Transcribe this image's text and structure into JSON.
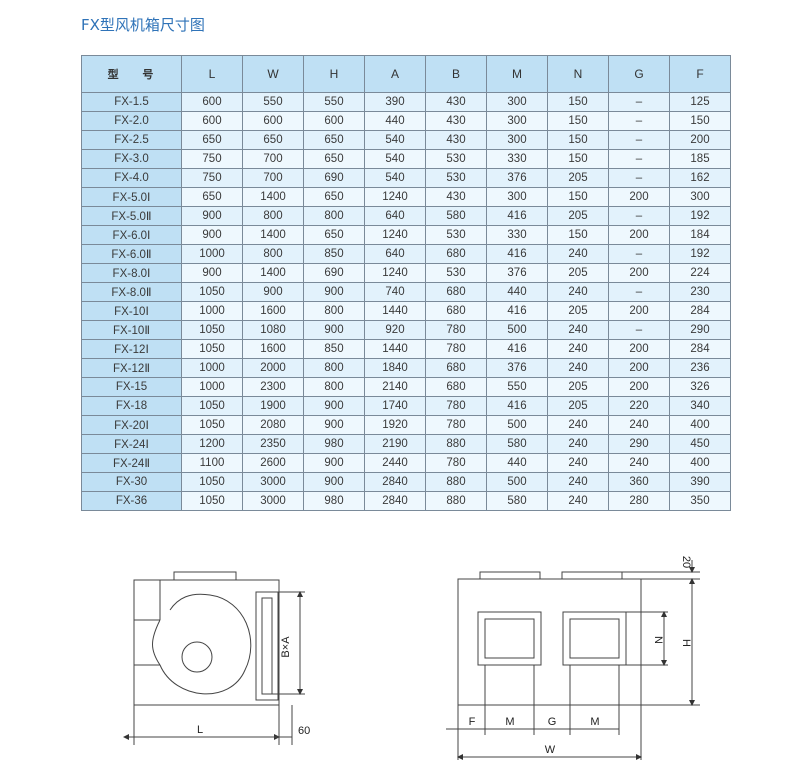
{
  "title": "FX型风机箱尺寸图",
  "table": {
    "headers": [
      "型 号",
      "L",
      "W",
      "H",
      "A",
      "B",
      "M",
      "N",
      "G",
      "F"
    ],
    "rows": [
      [
        "FX-1.5",
        "600",
        "550",
        "550",
        "390",
        "430",
        "300",
        "150",
        "–",
        "125"
      ],
      [
        "FX-2.0",
        "600",
        "600",
        "600",
        "440",
        "430",
        "300",
        "150",
        "–",
        "150"
      ],
      [
        "FX-2.5",
        "650",
        "650",
        "650",
        "540",
        "430",
        "300",
        "150",
        "–",
        "200"
      ],
      [
        "FX-3.0",
        "750",
        "700",
        "650",
        "540",
        "530",
        "330",
        "150",
        "–",
        "185"
      ],
      [
        "FX-4.0",
        "750",
        "700",
        "690",
        "540",
        "530",
        "376",
        "205",
        "–",
        "162"
      ],
      [
        "FX-5.0Ⅰ",
        "650",
        "1400",
        "650",
        "1240",
        "430",
        "300",
        "150",
        "200",
        "300"
      ],
      [
        "FX-5.0Ⅱ",
        "900",
        "800",
        "800",
        "640",
        "580",
        "416",
        "205",
        "–",
        "192"
      ],
      [
        "FX-6.0Ⅰ",
        "900",
        "1400",
        "650",
        "1240",
        "530",
        "330",
        "150",
        "200",
        "184"
      ],
      [
        "FX-6.0Ⅱ",
        "1000",
        "800",
        "850",
        "640",
        "680",
        "416",
        "240",
        "–",
        "192"
      ],
      [
        "FX-8.0Ⅰ",
        "900",
        "1400",
        "690",
        "1240",
        "530",
        "376",
        "205",
        "200",
        "224"
      ],
      [
        "FX-8.0Ⅱ",
        "1050",
        "900",
        "900",
        "740",
        "680",
        "440",
        "240",
        "–",
        "230"
      ],
      [
        "FX-10Ⅰ",
        "1000",
        "1600",
        "800",
        "1440",
        "680",
        "416",
        "205",
        "200",
        "284"
      ],
      [
        "FX-10Ⅱ",
        "1050",
        "1080",
        "900",
        "920",
        "780",
        "500",
        "240",
        "–",
        "290"
      ],
      [
        "FX-12Ⅰ",
        "1050",
        "1600",
        "850",
        "1440",
        "780",
        "416",
        "240",
        "200",
        "284"
      ],
      [
        "FX-12Ⅱ",
        "1000",
        "2000",
        "800",
        "1840",
        "680",
        "376",
        "240",
        "200",
        "236"
      ],
      [
        "FX-15",
        "1000",
        "2300",
        "800",
        "2140",
        "680",
        "550",
        "205",
        "200",
        "326"
      ],
      [
        "FX-18",
        "1050",
        "1900",
        "900",
        "1740",
        "780",
        "416",
        "205",
        "220",
        "340"
      ],
      [
        "FX-20Ⅰ",
        "1050",
        "2080",
        "900",
        "1920",
        "780",
        "500",
        "240",
        "240",
        "400"
      ],
      [
        "FX-24Ⅰ",
        "1200",
        "2350",
        "980",
        "2190",
        "880",
        "580",
        "240",
        "290",
        "450"
      ],
      [
        "FX-24Ⅱ",
        "1100",
        "2600",
        "900",
        "2440",
        "780",
        "440",
        "240",
        "240",
        "400"
      ],
      [
        "FX-30",
        "1050",
        "3000",
        "900",
        "2840",
        "880",
        "500",
        "240",
        "360",
        "390"
      ],
      [
        "FX-36",
        "1050",
        "3000",
        "980",
        "2840",
        "880",
        "580",
        "240",
        "280",
        "350"
      ]
    ]
  },
  "side_view": {
    "label_L": "L",
    "label_BxA": "B×A",
    "label_60": "60"
  },
  "front_view": {
    "label_F": "F",
    "label_M": "M",
    "label_G": "G",
    "label_W": "W",
    "label_N": "N",
    "label_H": "H",
    "label_20": "20"
  },
  "colors": {
    "title": "#2f73b8",
    "header_bg": "#bfe0f4",
    "cell_bg": "#e2f2fc",
    "border": "#7a8a99"
  }
}
